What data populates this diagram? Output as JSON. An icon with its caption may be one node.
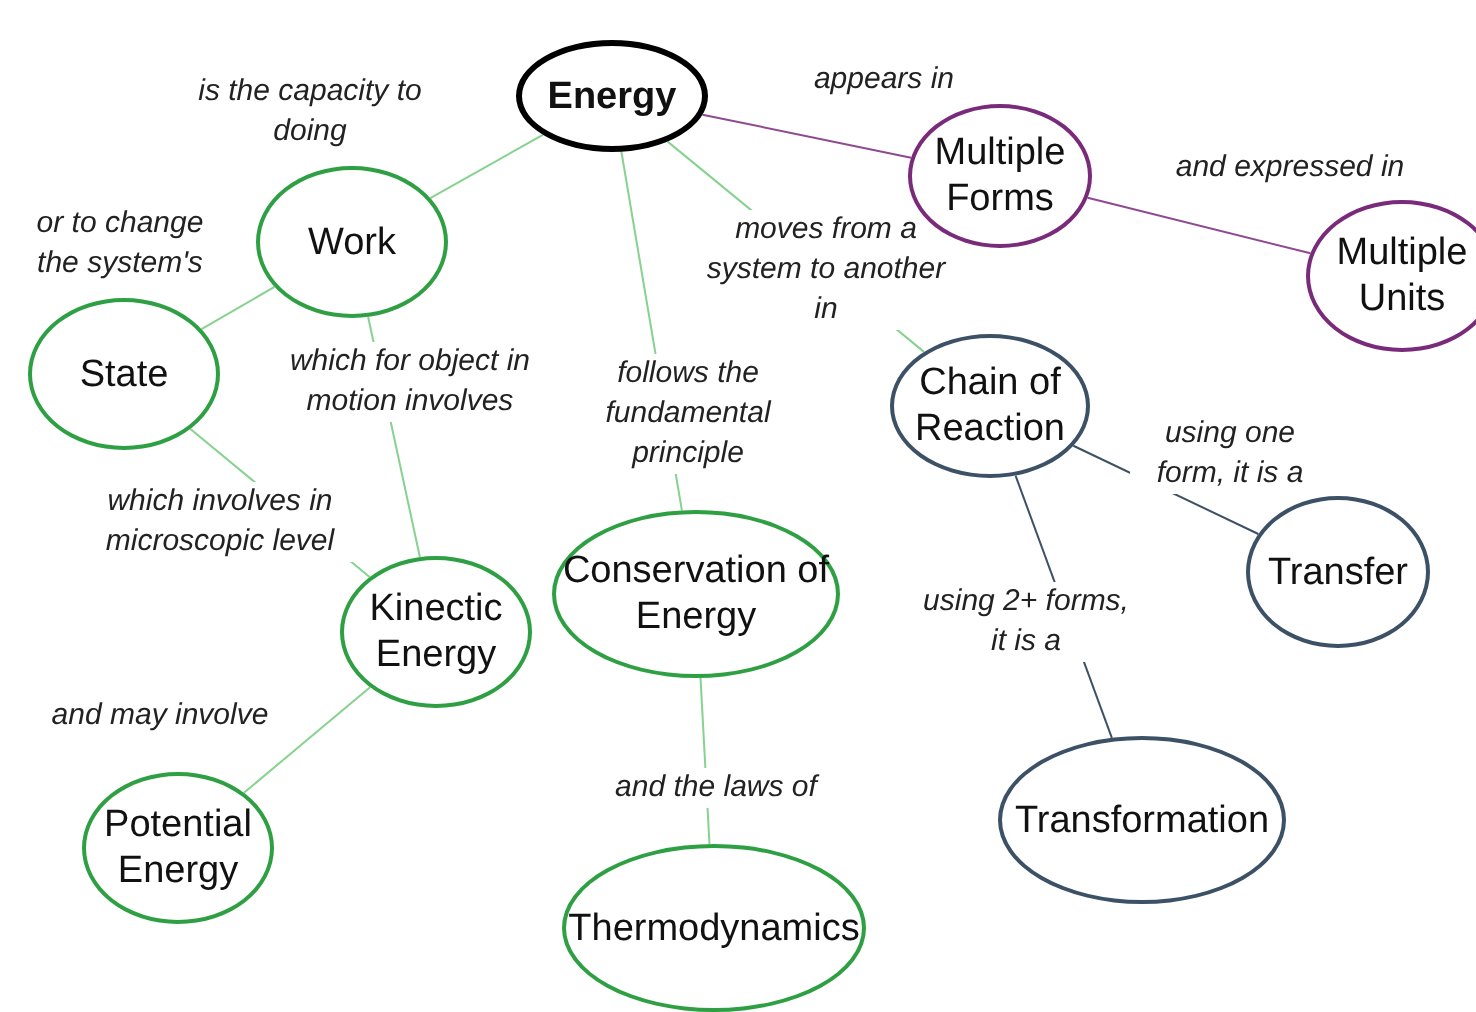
{
  "diagram": {
    "nodes": [
      {
        "text": [
          "Energy"
        ]
      },
      {
        "text": [
          "Work"
        ]
      },
      {
        "text": [
          "State"
        ]
      },
      {
        "text": [
          "Multiple Forms"
        ]
      },
      {
        "text": [
          "Multiple Units"
        ]
      },
      {
        "text": [
          "Chain of Reaction"
        ]
      },
      {
        "text": [
          "Transfer"
        ]
      },
      {
        "text": [
          "Kinectic Energy"
        ]
      },
      {
        "text": [
          "Conservation of Energy"
        ]
      },
      {
        "text": [
          "Potential Energy"
        ]
      },
      {
        "text": [
          "Transformation"
        ]
      },
      {
        "text": [
          "Thermodynamics"
        ]
      }
    ],
    "edges": [
      {
        "from": 0,
        "to": 1,
        "arrow": "none",
        "label": "is the capacity to doing"
      },
      {
        "from": 1,
        "to": 2,
        "arrow": "none",
        "label": "or to change the system's"
      },
      {
        "from": 2,
        "to": 7,
        "arrow": "none",
        "label": "which involves in microscopic level"
      },
      {
        "from": 1,
        "to": 7,
        "arrow": "none",
        "label": "which for object in motion involves"
      },
      {
        "from": 7,
        "to": 9,
        "arrow": "none",
        "label": "and may involve"
      },
      {
        "from": 0,
        "to": 8,
        "arrow": "none",
        "label": "follows the fundamental principle"
      },
      {
        "from": 8,
        "to": 11,
        "arrow": "none",
        "label": "and the laws of"
      },
      {
        "from": 0,
        "to": 3,
        "arrow": "none",
        "label": "appears in",
        "color": "#8e4a8e"
      },
      {
        "from": 3,
        "to": 4,
        "arrow": "none",
        "label": "and expressed in",
        "color": "#8e4a8e"
      },
      {
        "from": 0,
        "to": 5,
        "arrow": "none",
        "label": "moves from a system to another in"
      },
      {
        "from": 5,
        "to": 6,
        "arrow": "none",
        "label": "using one form, it is a",
        "color": "#3d5166"
      },
      {
        "from": 5,
        "to": 10,
        "arrow": "none",
        "label": "using 2+ forms, it is a",
        "color": "#3d5166"
      }
    ]
  }
}
